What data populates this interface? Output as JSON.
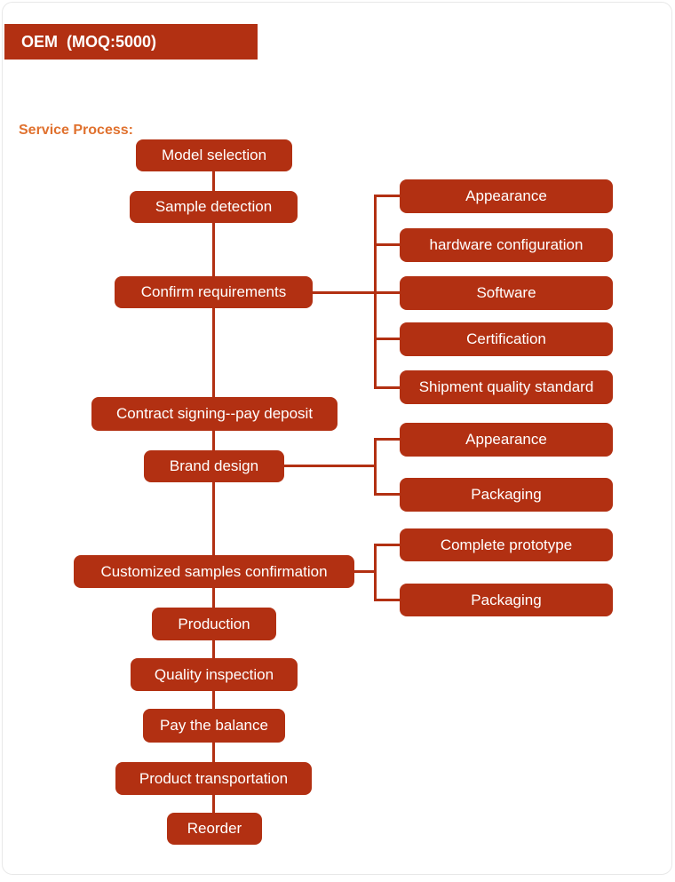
{
  "header": {
    "title": "OEM  (MOQ:5000)"
  },
  "section_label": "Service Process:",
  "colors": {
    "primary_red": "#b23012",
    "accent_orange": "#e0712e",
    "card_border": "#e8e8e8",
    "node_text": "#ffffff"
  },
  "flowchart": {
    "main_nodes": [
      "Model selection",
      "Sample detection",
      "Confirm requirements",
      "Contract signing--pay deposit",
      "Brand design",
      "Customized samples confirmation",
      "Production",
      "Quality inspection",
      "Pay the balance",
      "Product transportation",
      "Reorder"
    ],
    "branch_groups": [
      {
        "parent": "Confirm requirements",
        "items": [
          "Appearance",
          "hardware configuration",
          "Software",
          "Certification",
          "Shipment quality standard"
        ]
      },
      {
        "parent": "Brand design",
        "items": [
          "Appearance",
          "Packaging"
        ]
      },
      {
        "parent": "Customized samples confirmation",
        "items": [
          "Complete prototype",
          "Packaging"
        ]
      }
    ]
  }
}
